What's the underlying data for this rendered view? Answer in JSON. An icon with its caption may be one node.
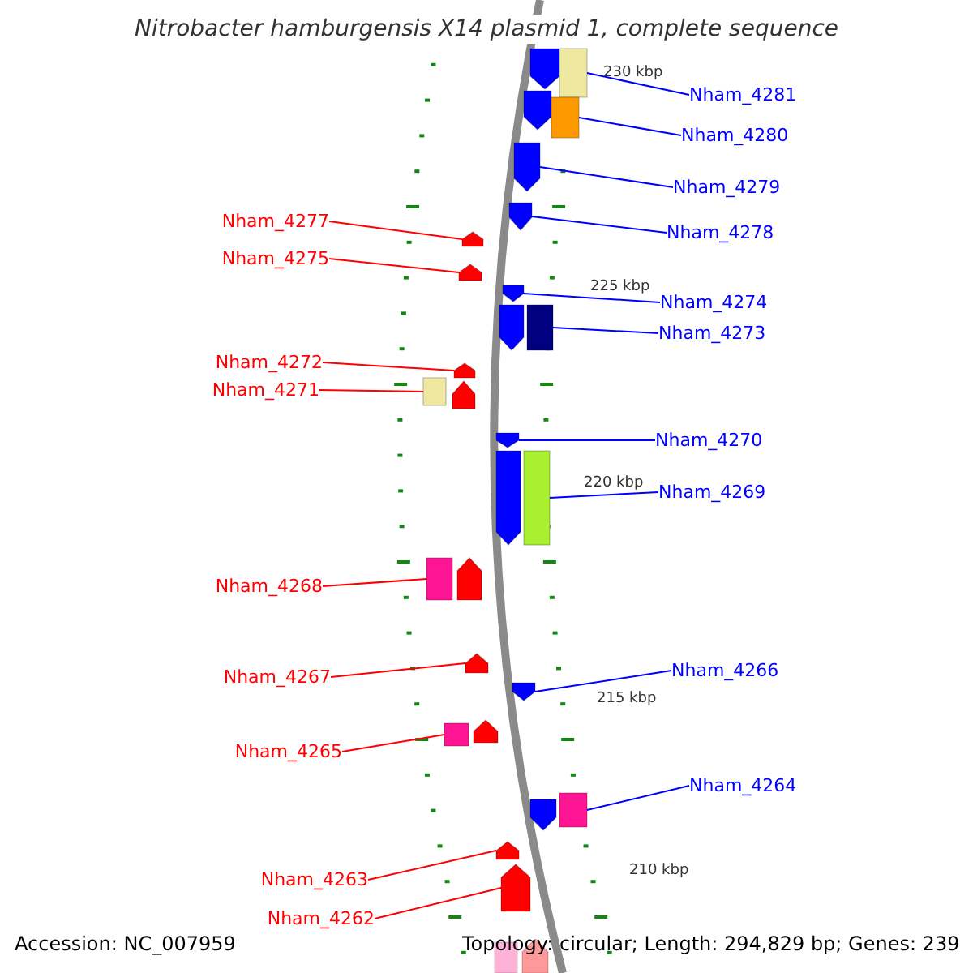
{
  "diagram": {
    "title": "Nitrobacter hamburgensis X14 plasmid 1, complete sequence",
    "nodes": [
      {
        "text": [],
        "shape": "arrow"
      },
      {
        "text": [],
        "shape": "box"
      },
      {
        "text": [],
        "shape": "arrow"
      },
      {
        "text": [],
        "shape": "box"
      },
      {
        "text": [],
        "shape": "arrow"
      },
      {
        "text": [],
        "shape": "arrow"
      },
      {
        "text": [],
        "shape": "arrow"
      },
      {
        "text": [],
        "shape": "arrow"
      },
      {
        "text": [],
        "shape": "arrow"
      },
      {
        "text": [],
        "shape": "arrow"
      },
      {
        "text": [],
        "shape": "box"
      },
      {
        "text": [],
        "shape": "arrow"
      },
      {
        "text": [],
        "shape": "box"
      },
      {
        "text": [],
        "shape": "arrow"
      },
      {
        "text": [],
        "shape": "arrow"
      },
      {
        "text": [],
        "shape": "arrow"
      },
      {
        "text": [],
        "shape": "box"
      },
      {
        "text": [],
        "shape": "box"
      },
      {
        "text": [],
        "shape": "arrow"
      },
      {
        "text": [],
        "shape": "arrow"
      },
      {
        "text": [],
        "shape": "arrow"
      },
      {
        "text": [],
        "shape": "box"
      },
      {
        "text": [],
        "shape": "arrow"
      },
      {
        "text": [],
        "shape": "arrow"
      },
      {
        "text": [],
        "shape": "box"
      },
      {
        "text": [],
        "shape": "arrow"
      },
      {
        "text": [],
        "shape": "arrow"
      },
      {
        "text": [],
        "shape": "box"
      },
      {
        "text": [],
        "shape": "arrow"
      },
      {
        "text": [
          "Nham_4281"
        ]
      },
      {
        "text": [
          "Nham_4280"
        ]
      },
      {
        "text": [
          "Nham_4279"
        ]
      },
      {
        "text": [
          "Nham_4278"
        ]
      },
      {
        "text": [
          "Nham_4277"
        ]
      },
      {
        "text": [
          "Nham_4275"
        ]
      },
      {
        "text": [
          "Nham_4274"
        ]
      },
      {
        "text": [
          "Nham_4273"
        ]
      },
      {
        "text": [
          "Nham_4272"
        ]
      },
      {
        "text": [
          "Nham_4271"
        ]
      },
      {
        "text": [
          "Nham_4270"
        ]
      },
      {
        "text": [
          "Nham_4269"
        ]
      },
      {
        "text": [
          "Nham_4268"
        ]
      },
      {
        "text": [
          "Nham_4267"
        ]
      },
      {
        "text": [
          "Nham_4266"
        ]
      },
      {
        "text": [
          "Nham_4265"
        ]
      },
      {
        "text": [
          "Nham_4264"
        ]
      },
      {
        "text": [
          "Nham_4263"
        ]
      },
      {
        "text": [
          "Nham_4262"
        ]
      }
    ],
    "edges": [
      {
        "from": 29,
        "to": 1,
        "arrow": "none"
      },
      {
        "from": 30,
        "to": 3,
        "arrow": "none"
      },
      {
        "from": 31,
        "to": 4,
        "arrow": "none"
      },
      {
        "from": 32,
        "to": 5,
        "arrow": "none"
      },
      {
        "from": 33,
        "to": 6,
        "arrow": "none",
        "color": "#ff0000"
      },
      {
        "from": 34,
        "to": 7,
        "arrow": "none",
        "color": "#ff0000"
      },
      {
        "from": 35,
        "to": 8,
        "arrow": "none"
      },
      {
        "from": 36,
        "to": 10,
        "arrow": "none"
      },
      {
        "from": 37,
        "to": 11,
        "arrow": "none",
        "color": "#ff0000"
      },
      {
        "from": 38,
        "to": 12,
        "arrow": "none",
        "color": "#ff0000"
      },
      {
        "from": 39,
        "to": 14,
        "arrow": "none"
      },
      {
        "from": 40,
        "to": 16,
        "arrow": "none"
      },
      {
        "from": 41,
        "to": 17,
        "arrow": "none",
        "color": "#ff0000"
      },
      {
        "from": 42,
        "to": 19,
        "arrow": "none",
        "color": "#ff0000"
      },
      {
        "from": 43,
        "to": 20,
        "arrow": "none"
      },
      {
        "from": 44,
        "to": 21,
        "arrow": "none",
        "color": "#ff0000"
      },
      {
        "from": 45,
        "to": 24,
        "arrow": "none"
      },
      {
        "from": 46,
        "to": 25,
        "arrow": "none",
        "color": "#ff0000"
      },
      {
        "from": 47,
        "to": 26,
        "arrow": "none",
        "color": "#ff0000"
      }
    ],
    "labels": [
      "230 kbp",
      "225 kbp",
      "220 kbp",
      "215 kbp",
      "210 kbp",
      "Accession: NC_007959",
      "Topology: circular; Length: 294,829 bp; Genes: 239"
    ]
  }
}
